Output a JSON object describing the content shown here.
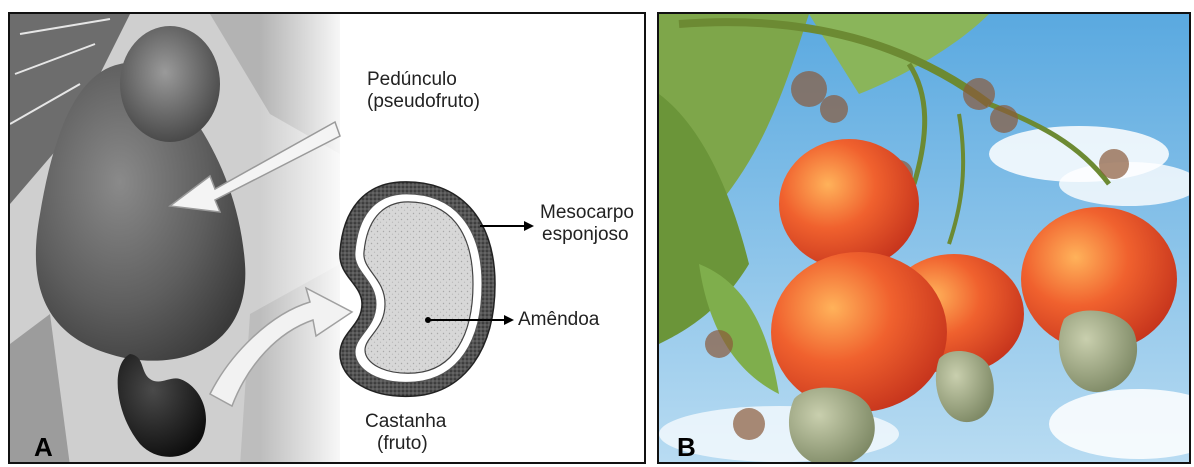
{
  "panel_a": {
    "letter": "A",
    "labels": {
      "peduncle_line1": "Pedúnculo",
      "peduncle_line2": "(pseudofruto)",
      "mesocarp_line1": "Mesocarpo",
      "mesocarp_line2": "esponjoso",
      "almond": "Amêndoa",
      "nut_line1": "Castanha",
      "nut_line2": "(fruto)"
    }
  },
  "panel_b": {
    "letter": "B"
  },
  "colors": {
    "border": "#111111",
    "sky": "#8fc6ea",
    "fruit": "#e8452a",
    "nut": "#a8b08a",
    "leaf": "#6f9a3a"
  }
}
